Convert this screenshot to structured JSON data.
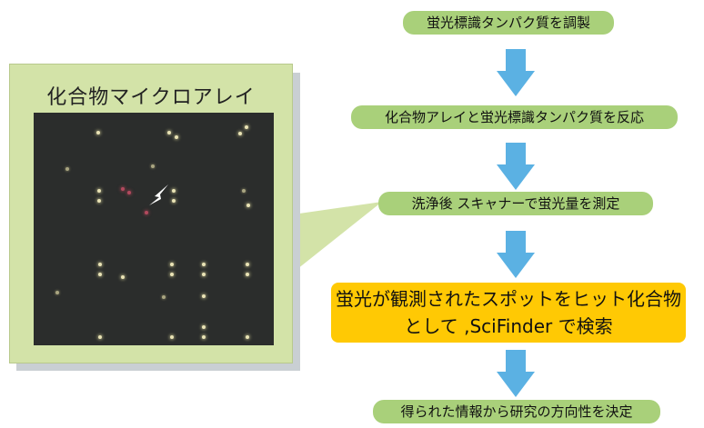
{
  "panel": {
    "title": "化合物マイクロアレイ"
  },
  "flow": {
    "steps": [
      "蛍光標識タンパク質を調製",
      "化合物アレイと蛍光標識タンパク質を反応",
      "洗浄後 スキャナーで蛍光量を測定"
    ],
    "highlight_line1": "蛍光が観測されたスポットをヒット化合物",
    "highlight_line2": "として ,SciFinder で検索",
    "final_step": "得られた情報から研究の方向性を決定"
  },
  "colors": {
    "step_fill": "#a9d07a",
    "highlight_fill": "#ffc904",
    "arrow": "#5bb1e3",
    "panel_fill": "#d3e3a8",
    "array_bg": "#2b2d2c"
  }
}
